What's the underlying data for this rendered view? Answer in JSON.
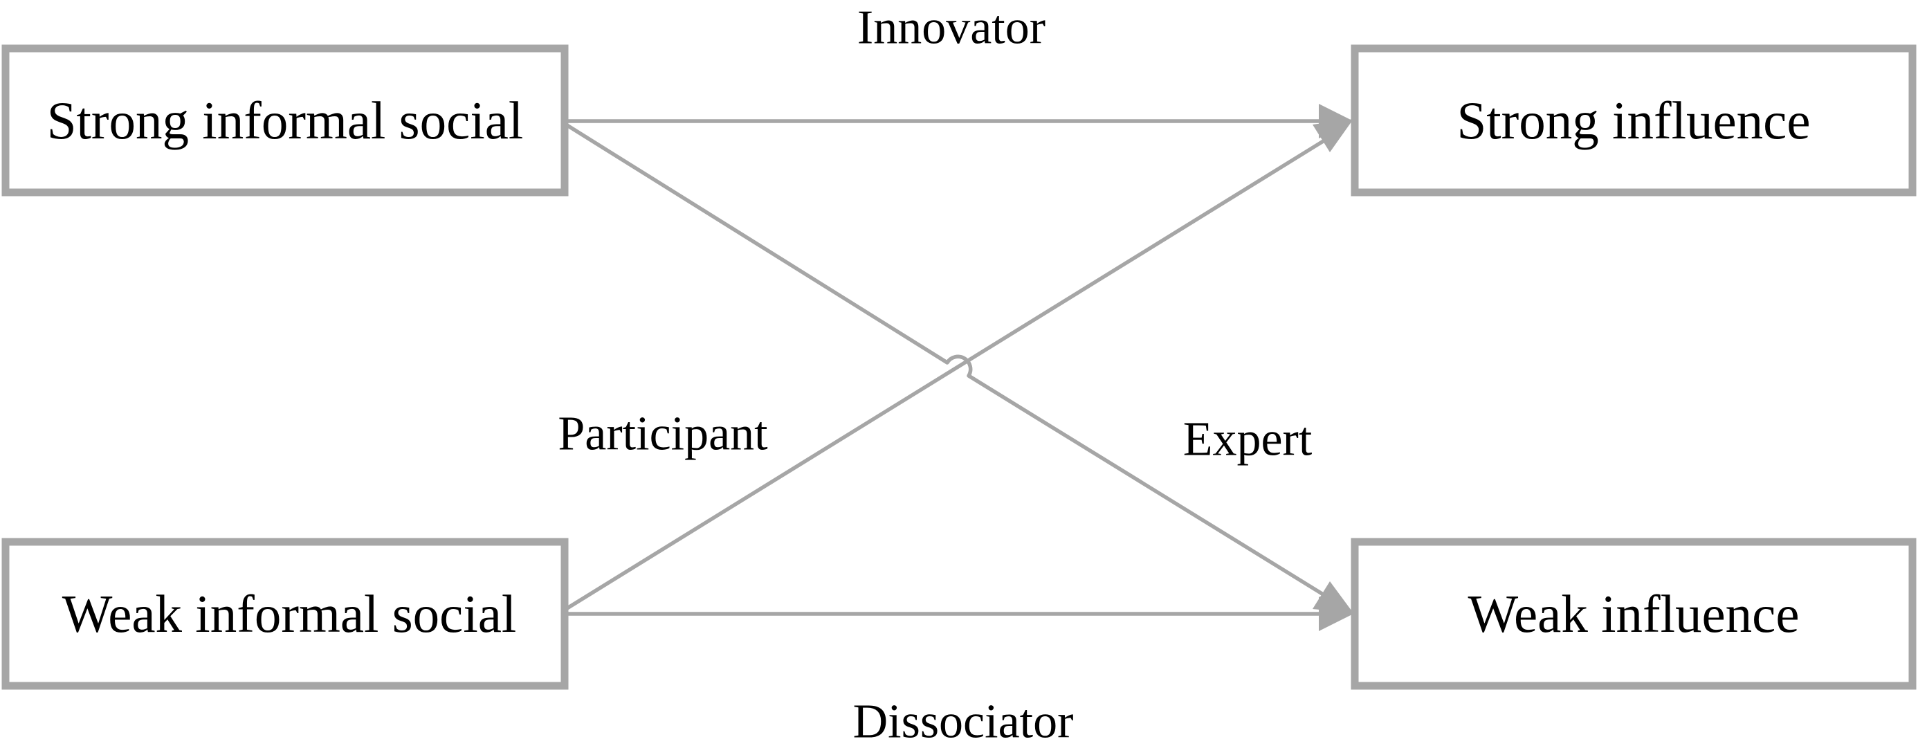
{
  "nodes": {
    "strong_social": "Strong informal social",
    "weak_social": "Weak informal social",
    "strong_influence": "Strong influence",
    "weak_influence": "Weak influence"
  },
  "edges": {
    "innovator": "Innovator",
    "participant": "Participant",
    "expert": "Expert",
    "dissociator": "Dissociator"
  },
  "colors": {
    "line": "#a6a6a6",
    "text": "#000000",
    "background": "#ffffff"
  }
}
